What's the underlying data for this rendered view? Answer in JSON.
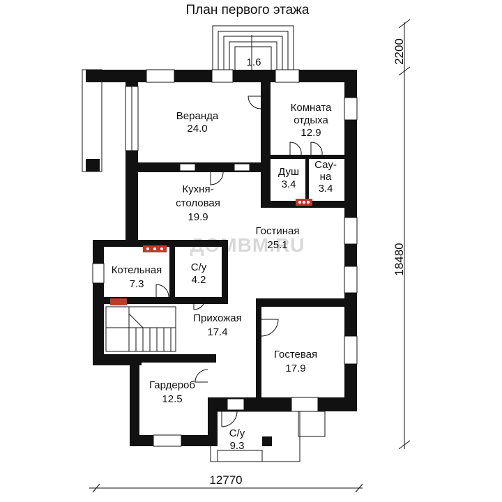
{
  "title": "План первого этажа",
  "watermark": "ДОМВМ.RU",
  "dimensions": {
    "width": "12770",
    "height": "18480",
    "porch": "2200"
  },
  "rooms": [
    {
      "id": "veranda",
      "lines": [
        "Веранда",
        "24.0"
      ]
    },
    {
      "id": "rest-room",
      "lines": [
        "Комната",
        "отдыха",
        "12.9"
      ]
    },
    {
      "id": "shower",
      "lines": [
        "Душ",
        "3.4"
      ]
    },
    {
      "id": "sauna",
      "lines": [
        "Сау-",
        "на",
        "3.4"
      ]
    },
    {
      "id": "kitchen",
      "lines": [
        "Кухня-",
        "столовая",
        "19.9"
      ]
    },
    {
      "id": "living",
      "lines": [
        "Гостиная",
        "25.1"
      ]
    },
    {
      "id": "boiler",
      "lines": [
        "Котельная",
        "7.3"
      ]
    },
    {
      "id": "wc1",
      "lines": [
        "С/у",
        "4.2"
      ]
    },
    {
      "id": "hall",
      "lines": [
        "Прихожая",
        "17.4"
      ]
    },
    {
      "id": "guest",
      "lines": [
        "Гостевая",
        "17.9"
      ]
    },
    {
      "id": "wardrobe",
      "lines": [
        "Гардероб",
        "12.5"
      ]
    },
    {
      "id": "wc2",
      "lines": [
        "С/у",
        "9.3"
      ]
    },
    {
      "id": "step",
      "lines": [
        "1.6"
      ]
    }
  ],
  "colors": {
    "wall": "#111111",
    "appliance": "#c0392b"
  }
}
